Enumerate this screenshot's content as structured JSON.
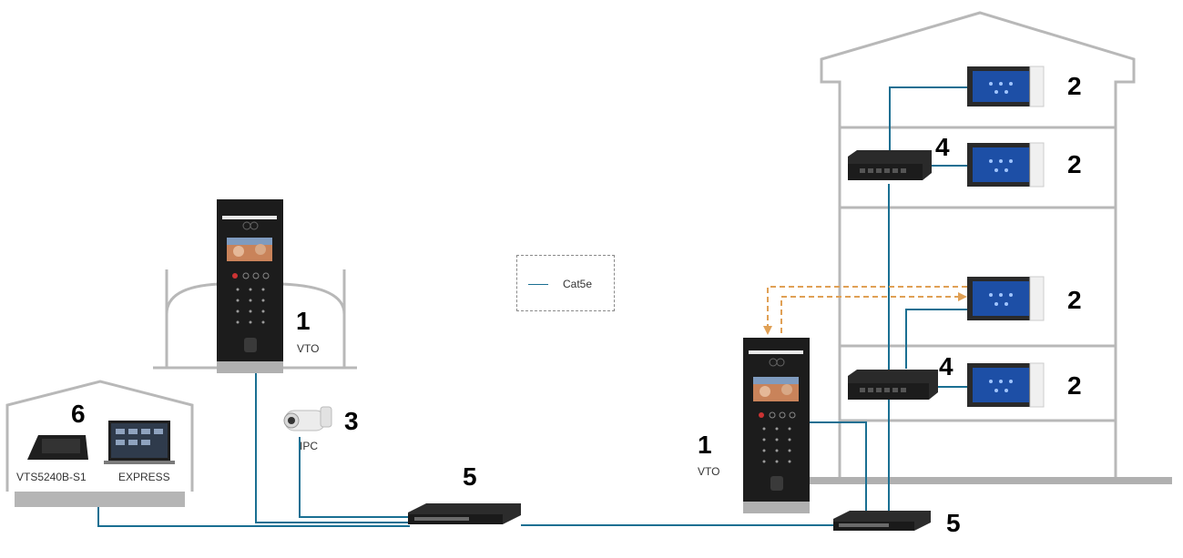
{
  "colors": {
    "cable": "#1a6f92",
    "cascade_dashed": "#e0a055",
    "building_outline": "#b8b8b8",
    "device_dark": "#1c1c1c",
    "screen_blue": "#1d4fa6"
  },
  "legend": {
    "label": "Cat5e"
  },
  "outdoor_station_left": {
    "number": "1",
    "label": "VTO"
  },
  "outdoor_station_right": {
    "number": "1",
    "label": "VTO"
  },
  "indoor_monitors": [
    {
      "number": "2"
    },
    {
      "number": "2"
    },
    {
      "number": "2"
    },
    {
      "number": "2"
    }
  ],
  "ipc": {
    "number": "3",
    "label": "IPC"
  },
  "floor_switches": [
    {
      "number": "4"
    },
    {
      "number": "4"
    }
  ],
  "core_switches": [
    {
      "number": "5"
    },
    {
      "number": "5"
    }
  ],
  "management_center": {
    "number": "6",
    "device_label": "VTS5240B-S1",
    "software_label": "EXPRESS"
  },
  "icons": [
    "building-icon",
    "house-icon",
    "gate-icon",
    "door-station-icon",
    "indoor-monitor-icon",
    "camera-icon",
    "switch-icon",
    "laptop-icon",
    "console-icon"
  ]
}
